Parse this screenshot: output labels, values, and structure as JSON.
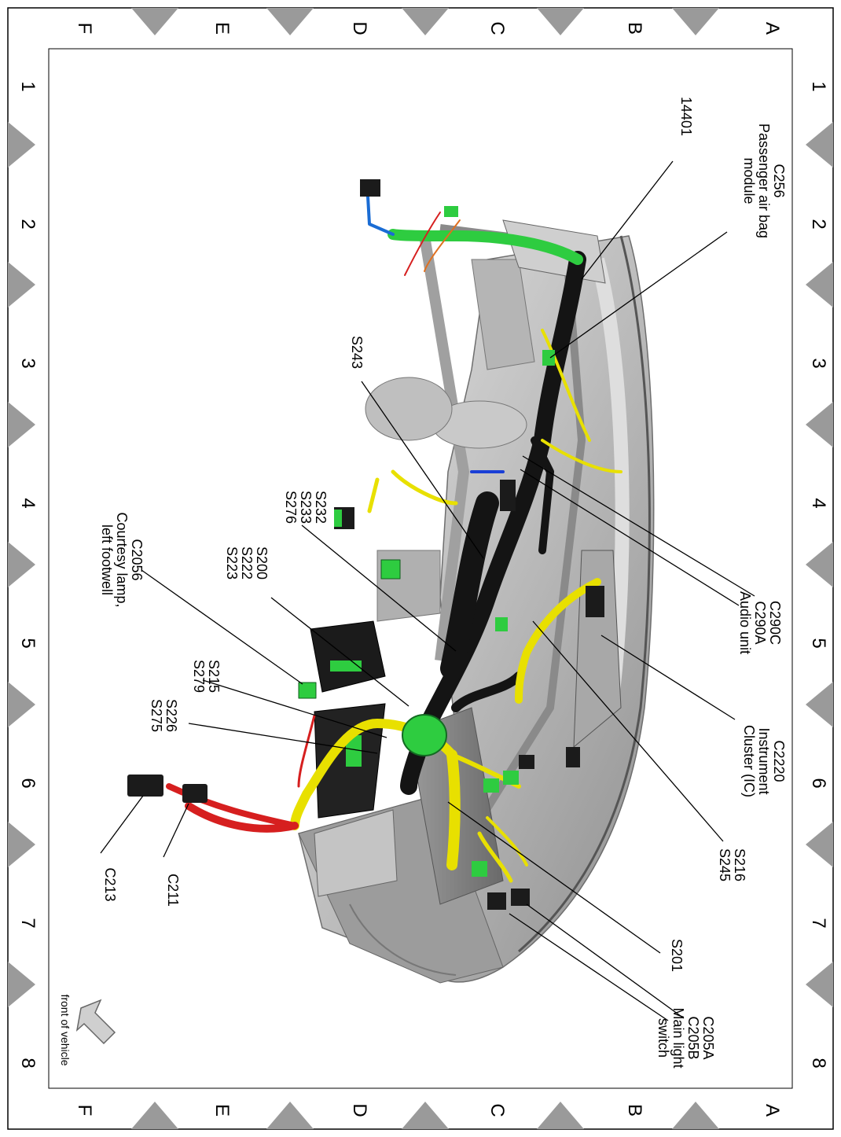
{
  "grid": {
    "columns": [
      "1",
      "2",
      "3",
      "4",
      "5",
      "6",
      "7",
      "8"
    ],
    "rows": [
      "A",
      "B",
      "C",
      "D",
      "E",
      "F"
    ]
  },
  "callouts": {
    "c256": [
      "C256",
      "Passenger air bag",
      "module"
    ],
    "n14401": [
      "14401"
    ],
    "s243": [
      "S243"
    ],
    "s232": [
      "S232",
      "S233",
      "S276"
    ],
    "s200": [
      "S200",
      "S222",
      "S223"
    ],
    "c2056": [
      "C2056",
      "Courtesy lamp,",
      "left footwell"
    ],
    "s215": [
      "S215",
      "S279"
    ],
    "s226": [
      "S226",
      "S275"
    ],
    "c290": [
      "C290C",
      "C290A",
      "Audio unit"
    ],
    "c2220": [
      "C2220",
      "Instrument",
      "Cluster (IC)"
    ],
    "s216": [
      "S216",
      "S245"
    ],
    "s201": [
      "S201"
    ],
    "c205": [
      "C205A",
      "C205B",
      "Main light",
      "switch"
    ],
    "c211": [
      "C211"
    ],
    "c213": [
      "C213"
    ]
  },
  "orientation": {
    "label": "front of vehicle"
  },
  "colors": {
    "harness_black": "#141414",
    "harness_yellow": "#e8e000",
    "harness_green": "#2ecc40",
    "harness_red": "#d61f1f",
    "structure_gray": "#b8b8b8",
    "frame_marker": "#9a9a9a"
  }
}
